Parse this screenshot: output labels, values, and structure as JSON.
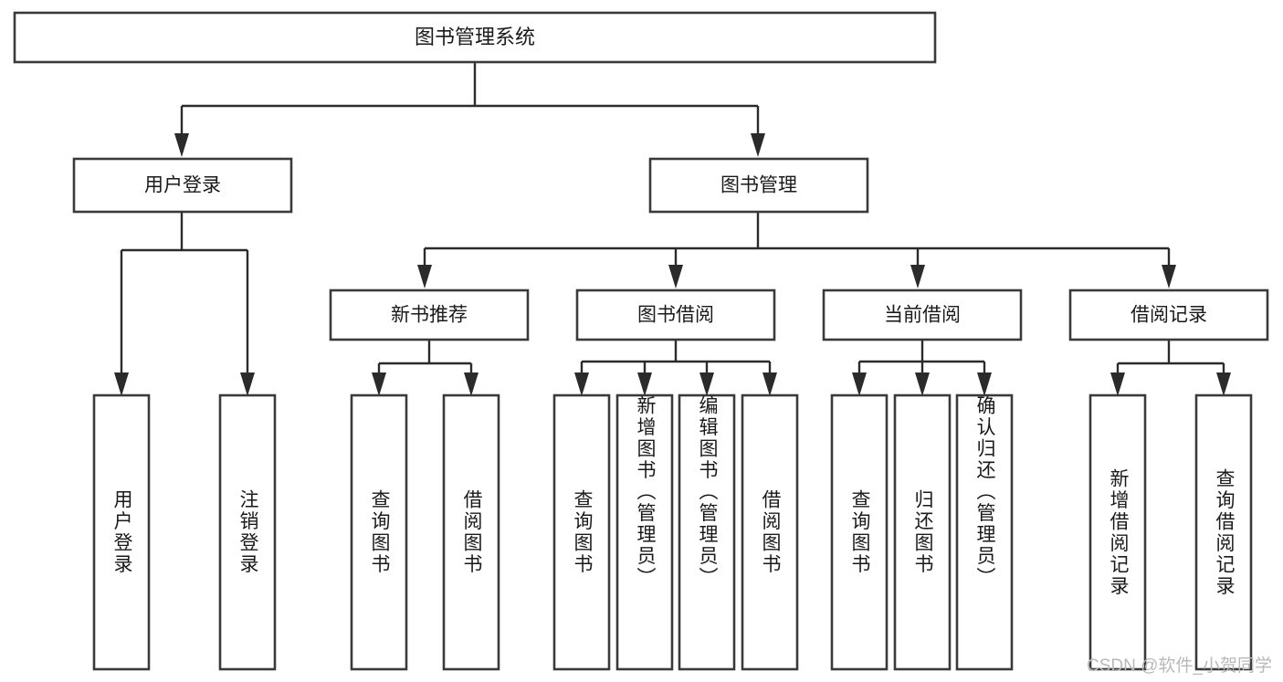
{
  "diagram": {
    "type": "tree",
    "title": "图书管理系统",
    "watermark": "CSDN @软件_小贺同学",
    "colors": {
      "box_stroke": "#3a3a3a",
      "connector": "#2b2b2b",
      "background": "#ffffff",
      "text": "#1a1a1a",
      "watermark": "#b9b9b9"
    },
    "levels": {
      "root": {
        "label": "图书管理系统"
      },
      "level2": [
        {
          "label": "用户登录"
        },
        {
          "label": "图书管理"
        }
      ],
      "level3": [
        {
          "label": "新书推荐"
        },
        {
          "label": "图书借阅"
        },
        {
          "label": "当前借阅"
        },
        {
          "label": "借阅记录"
        }
      ],
      "leaves": [
        {
          "label": "用户登录",
          "parent": "用户登录"
        },
        {
          "label": "注销登录",
          "parent": "用户登录"
        },
        {
          "label": "查询图书",
          "parent": "新书推荐"
        },
        {
          "label": "借阅图书",
          "parent": "新书推荐"
        },
        {
          "label": "查询图书",
          "parent": "图书借阅"
        },
        {
          "label": "新增图书（管理员）",
          "parent": "图书借阅"
        },
        {
          "label": "编辑图书（管理员）",
          "parent": "图书借阅"
        },
        {
          "label": "借阅图书",
          "parent": "图书借阅"
        },
        {
          "label": "查询图书",
          "parent": "当前借阅"
        },
        {
          "label": "归还图书",
          "parent": "当前借阅"
        },
        {
          "label": "确认归还（管理员）",
          "parent": "当前借阅"
        },
        {
          "label": "新增借阅记录",
          "parent": "借阅记录"
        },
        {
          "label": "查询借阅记录",
          "parent": "借阅记录"
        }
      ]
    }
  }
}
